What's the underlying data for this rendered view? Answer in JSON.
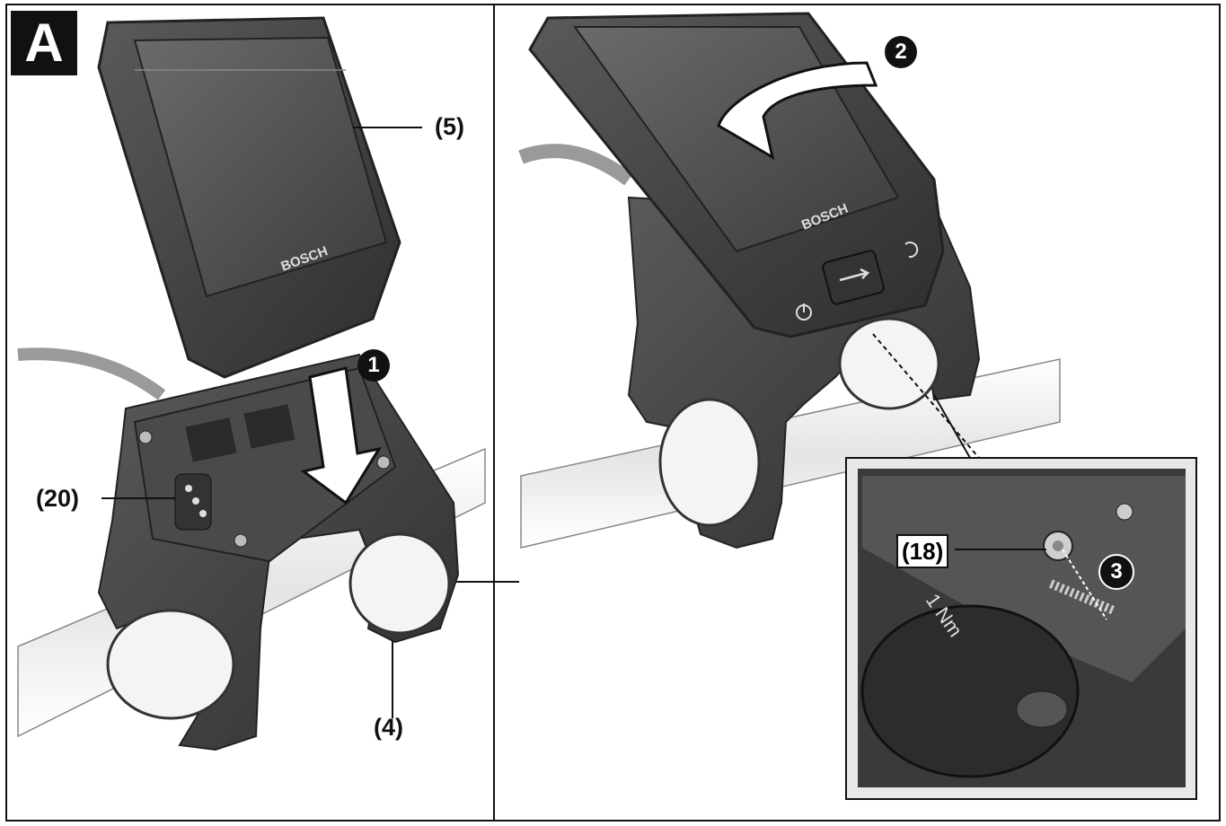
{
  "panel_label": "A",
  "callouts": {
    "display": "(5)",
    "contacts": "(20)",
    "holder": "(4)",
    "screw": "(18)"
  },
  "steps": {
    "one": "1",
    "two": "2",
    "three": "3"
  },
  "device": {
    "brand": "BOSCH",
    "torque": "1 Nm"
  },
  "icons": [
    "power-icon",
    "usb-icon",
    "light-icon",
    "arrow-down-icon",
    "rotate-arrow-icon"
  ]
}
